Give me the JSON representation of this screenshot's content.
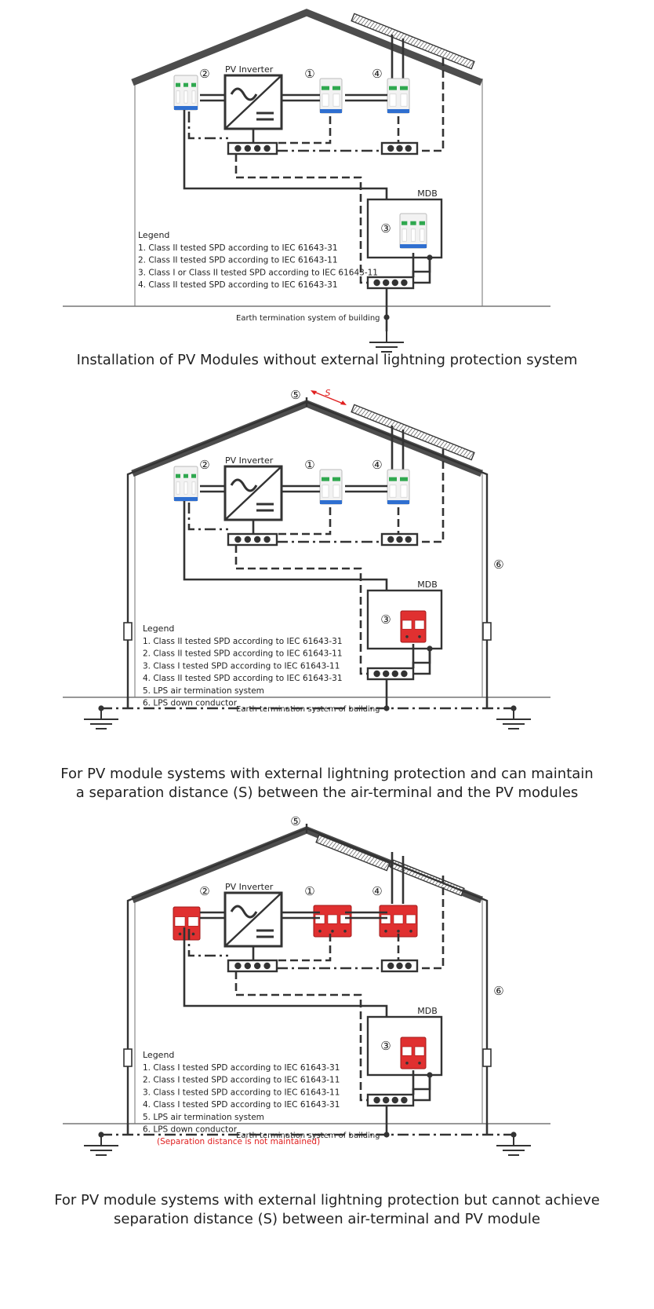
{
  "common": {
    "pv_inverter": "PV Inverter",
    "mdb": "MDB",
    "earth": "Earth termination system of building",
    "legend_title": "Legend",
    "separation_symbol": "S"
  },
  "panels": [
    {
      "caption": [
        "Installation of PV Modules without external lightning protection system"
      ],
      "legend": [
        "1.  Class II tested SPD according to IEC 61643-31",
        "2.  Class II tested SPD according to IEC 61643-11",
        "3.  Class I or Class II tested SPD according to IEC 61643-11",
        "4.  Class II tested SPD according to IEC 61643-31"
      ],
      "note": "",
      "markers": [
        "①",
        "②",
        "③",
        "④"
      ]
    },
    {
      "caption": [
        "For PV module systems with external lightning protection and can maintain",
        "a separation distance (S) between the air-terminal and the PV modules"
      ],
      "legend": [
        "1.  Class II tested SPD according to IEC 61643-31",
        "2.  Class II tested SPD according to IEC 61643-11",
        "3.  Class I tested SPD according to IEC 61643-11",
        "4.  Class II tested SPD according to IEC 61643-31",
        "5.  LPS air termination system",
        "6.  LPS down conductor"
      ],
      "note": "",
      "markers": [
        "①",
        "②",
        "③",
        "④",
        "⑤",
        "⑥"
      ]
    },
    {
      "caption": [
        "For PV module systems with external lightning protection but cannot achieve",
        "separation distance (S) between air-terminal and PV module"
      ],
      "legend": [
        "1.  Class I tested SPD according to IEC 61643-31",
        "2.  Class I tested SPD according to IEC 61643-11",
        "3.  Class I tested SPD according to IEC 61643-11",
        "4.  Class I tested SPD according to IEC 61643-31",
        "5.  LPS air termination system",
        "6.  LPS down conductor"
      ],
      "note": "(Separation distance is not maintained)",
      "markers": [
        "①",
        "②",
        "③",
        "④",
        "⑤",
        "⑥"
      ]
    }
  ],
  "colors": {
    "line": "#333333",
    "roof": "#4d4d4d",
    "wall": "#999999",
    "spd_red": "#e03030",
    "spd_white": "#f2f2f2",
    "spd_green": "#2fa84f",
    "spd_blue": "#2f6fd0",
    "separation": "#e02020"
  }
}
